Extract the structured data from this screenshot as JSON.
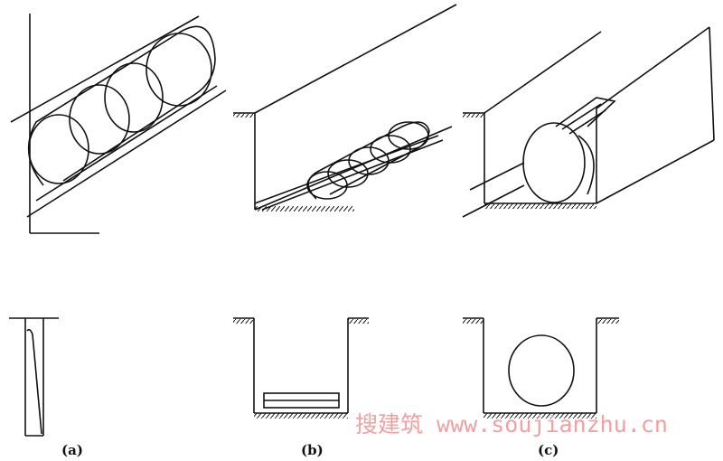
{
  "labels": {
    "a": "(a)",
    "b": "(b)",
    "c": "(c)"
  },
  "watermark": "搜建筑 www.soujianzhu.cn",
  "colors": {
    "line": "#111111",
    "watermark": "#f2a0a0"
  }
}
